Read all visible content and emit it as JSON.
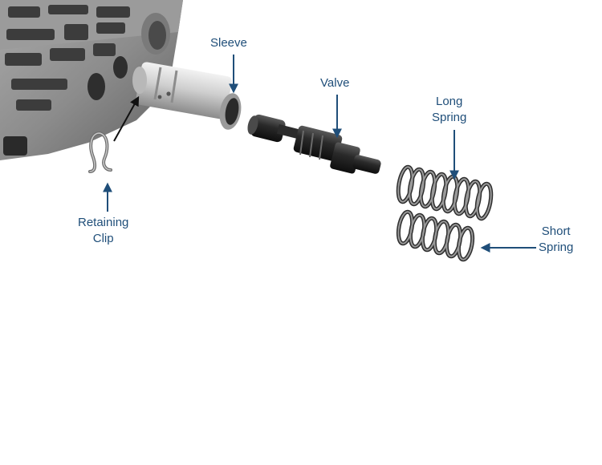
{
  "labels": {
    "sleeve": "Sleeve",
    "valve": "Valve",
    "long_spring": [
      "Long",
      "Spring"
    ],
    "short_spring": [
      "Short",
      "Spring"
    ],
    "retaining_clip": [
      "Retaining",
      "Clip"
    ]
  },
  "colors": {
    "label_text": "#1f4e79",
    "arrow": "#1f4e79",
    "clip_arrow": "#111111",
    "casting": "#8a8a8a",
    "sleeve_metal": "#c8c8c8",
    "valve_metal": "#2a2a2a",
    "spring_metal": "#555555"
  },
  "parts": [
    {
      "name": "valve-body-casting",
      "icon": "casting-icon"
    },
    {
      "name": "sleeve",
      "icon": "sleeve-icon"
    },
    {
      "name": "valve",
      "icon": "valve-icon"
    },
    {
      "name": "long-spring",
      "icon": "coil-spring-icon"
    },
    {
      "name": "short-spring",
      "icon": "coil-spring-icon"
    },
    {
      "name": "retaining-clip",
      "icon": "clip-icon"
    }
  ]
}
